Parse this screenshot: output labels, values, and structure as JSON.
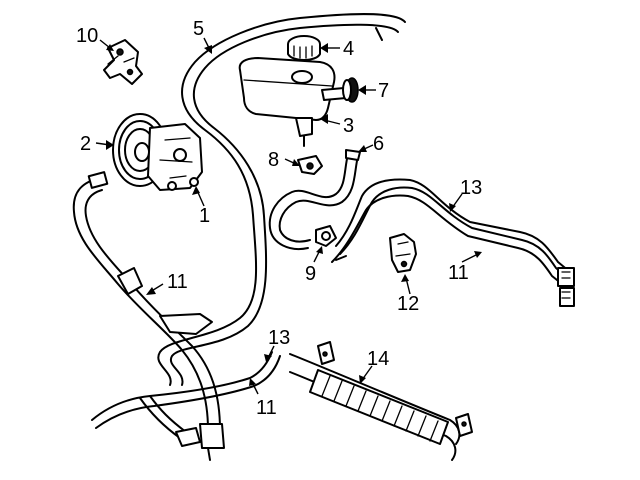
{
  "callouts": [
    {
      "id": "c1",
      "text": "1"
    },
    {
      "id": "c2",
      "text": "2"
    },
    {
      "id": "c3",
      "text": "3"
    },
    {
      "id": "c4",
      "text": "4"
    },
    {
      "id": "c5",
      "text": "5"
    },
    {
      "id": "c6",
      "text": "6"
    },
    {
      "id": "c7",
      "text": "7"
    },
    {
      "id": "c8",
      "text": "8"
    },
    {
      "id": "c9",
      "text": "9"
    },
    {
      "id": "c10",
      "text": "10"
    },
    {
      "id": "c11a",
      "text": "11"
    },
    {
      "id": "c11b",
      "text": "11"
    },
    {
      "id": "c11c",
      "text": "11"
    },
    {
      "id": "c12",
      "text": "12"
    },
    {
      "id": "c13a",
      "text": "13"
    },
    {
      "id": "c13b",
      "text": "13"
    },
    {
      "id": "c14",
      "text": "14"
    }
  ]
}
